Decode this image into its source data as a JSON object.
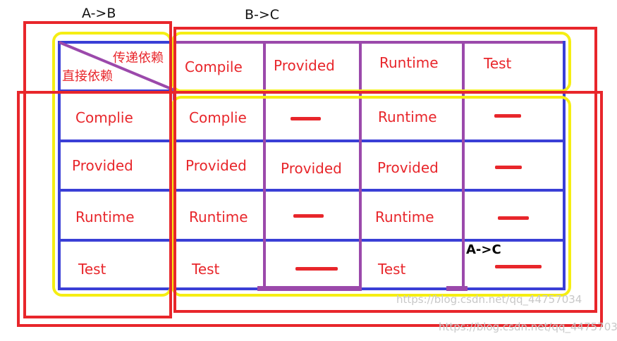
{
  "labels": {
    "a_to_b": "A->B",
    "b_to_c": "B->C",
    "a_to_c": "A->C"
  },
  "corner": {
    "transitive": "传递依赖",
    "direct": "直接依赖"
  },
  "columns": [
    "Compile",
    "Provided",
    "Runtime",
    "Test"
  ],
  "rows": [
    {
      "header": "Complie",
      "cells": [
        "Complie",
        "—",
        "Runtime",
        "—"
      ]
    },
    {
      "header": "Provided",
      "cells": [
        "Provided",
        "Provided",
        "Provided",
        "—"
      ]
    },
    {
      "header": "Runtime",
      "cells": [
        "Runtime",
        "—",
        "Runtime",
        "—"
      ]
    },
    {
      "header": "Test",
      "cells": [
        "Test",
        "—",
        "Test",
        "—"
      ]
    }
  ],
  "watermark": "https://blog.csdn.net/qq_44757034",
  "colors": {
    "text": "#e8262b",
    "grid_blue": "#3a3fd6",
    "grid_purple": "#9b49ab",
    "highlight_yellow": "#f5ee13",
    "frame_red": "#e8262b"
  }
}
